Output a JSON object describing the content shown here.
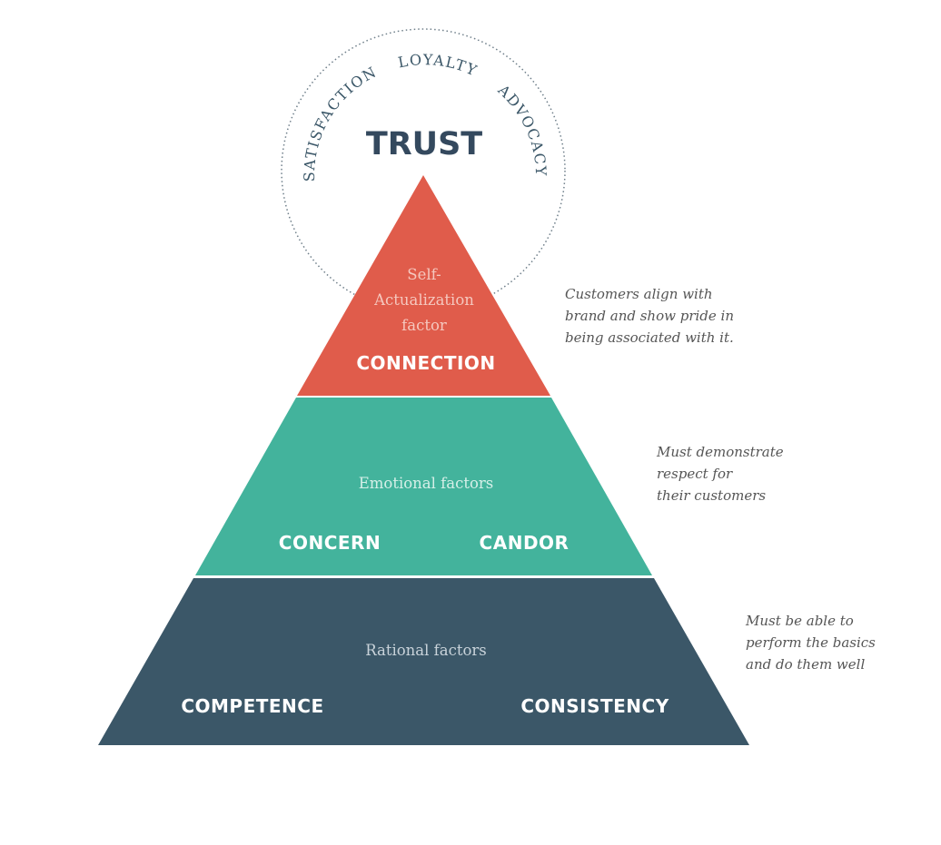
{
  "trust": {
    "title": "TRUST",
    "arc_words": [
      "SATISFACTION",
      "LOYALTY",
      "ADVOCACY"
    ]
  },
  "levels": [
    {
      "name": "connection",
      "color": "#e05c4b",
      "subtitle_lines": [
        "Self-",
        "Actualization",
        "factor"
      ],
      "factors": [
        "CONNECTION"
      ],
      "note_lines": [
        "Customers align with",
        "brand and show pride in",
        "being associated with it."
      ]
    },
    {
      "name": "emotional",
      "color": "#43b39c",
      "subtitle_lines": [
        "Emotional factors"
      ],
      "factors": [
        "CONCERN",
        "CANDOR"
      ],
      "note_lines": [
        "Must demonstrate",
        "respect for",
        "their customers"
      ]
    },
    {
      "name": "rational",
      "color": "#3b5768",
      "subtitle_lines": [
        "Rational factors"
      ],
      "factors": [
        "COMPETENCE",
        "CONSISTENCY"
      ],
      "note_lines": [
        "Must be able to",
        "perform the basics",
        "and do them well"
      ]
    }
  ]
}
